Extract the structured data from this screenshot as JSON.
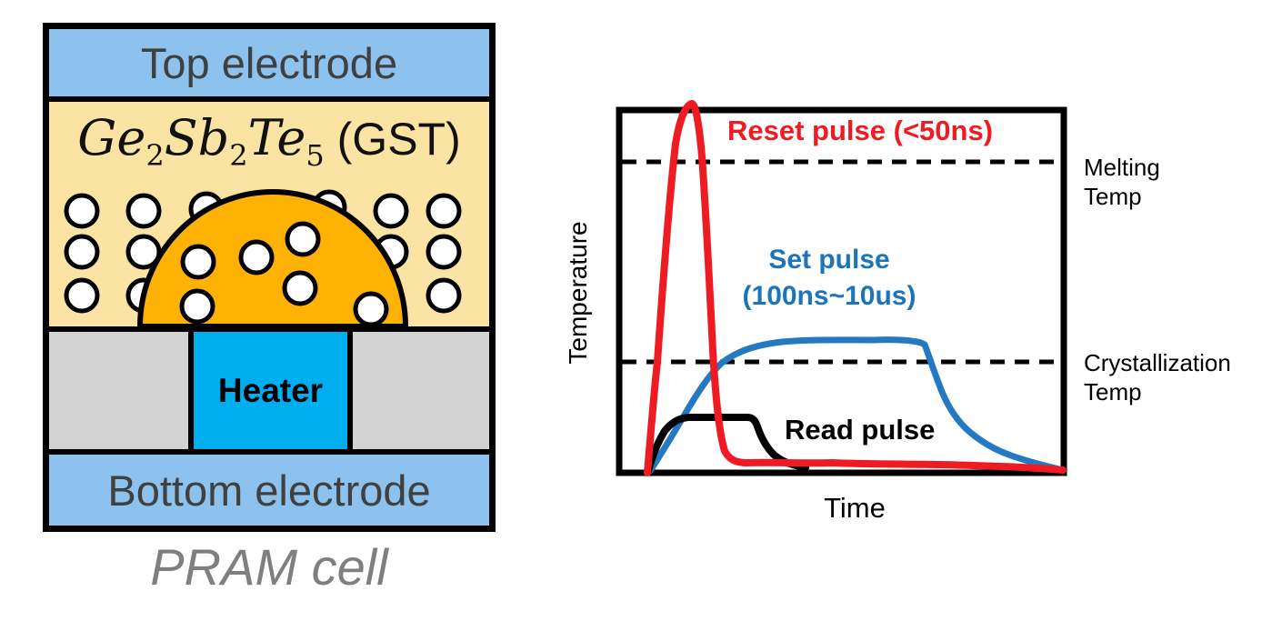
{
  "colors": {
    "electrode_blue": "#8CC2ED",
    "electrode_text_gray": "#404040",
    "gst_cream": "#FBE3A4",
    "dome_orange": "#FDB204",
    "heater_cyan": "#00ADEF",
    "insulator_gray": "#D3D3D3",
    "reset_red": "#EE1B23",
    "set_blue": "#2479C2",
    "read_black": "#000000",
    "caption_gray": "#7F7F7F"
  },
  "pram": {
    "top_electrode_label": "Top electrode",
    "gst_formula": {
      "ge": "Ge",
      "sub1": "2",
      "sb": "Sb",
      "sub2": "2",
      "te": "Te",
      "sub3": "5",
      "suffix": " (GST)"
    },
    "heater_label": "Heater",
    "bottom_electrode_label": "Bottom electrode",
    "caption": "PRAM cell"
  },
  "chart": {
    "ylabel": "Temperature",
    "xlabel": "Time",
    "reset_annotation": "Reset pulse (<50ns)",
    "set_annotation_line1": "Set pulse",
    "set_annotation_line2": "(100ns~10us)",
    "read_annotation": "Read pulse",
    "melting_line1": "Melting",
    "melting_line2": "Temp",
    "crystallization_line1": "Crystallization",
    "crystallization_line2": "Temp"
  },
  "chart_data": {
    "type": "line",
    "title": "",
    "xlabel": "Time",
    "ylabel": "Temperature",
    "grid": false,
    "reference_lines": [
      {
        "label": "Melting Temp",
        "style": "dashed"
      },
      {
        "label": "Crystallization Temp",
        "style": "dashed"
      }
    ],
    "series": [
      {
        "name": "Reset pulse (<50ns)",
        "color": "#EE1B23",
        "description": "Tall narrow spike that briefly exceeds the melting temperature, then falls to baseline"
      },
      {
        "name": "Set pulse (100ns~10us)",
        "color": "#2479C2",
        "description": "Broad medium pulse that plateaus just above the crystallization temperature, then decays"
      },
      {
        "name": "Read pulse",
        "color": "#000000",
        "description": "Short low-amplitude pulse well below the crystallization temperature"
      }
    ]
  }
}
